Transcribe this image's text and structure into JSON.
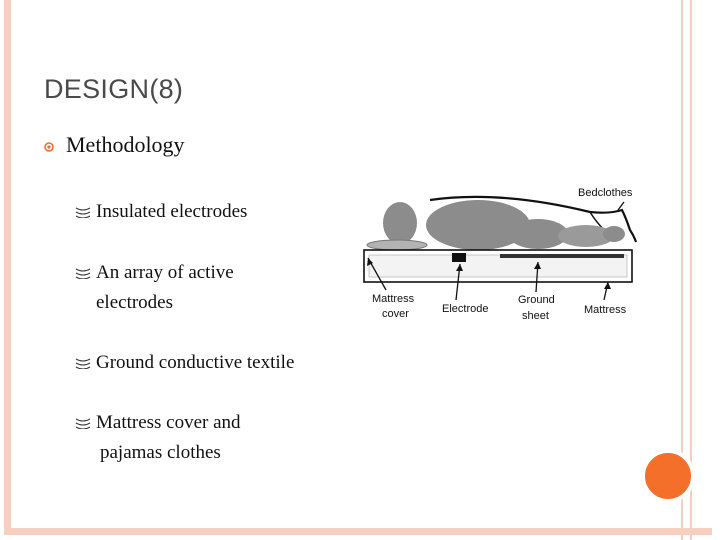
{
  "title": "DESIGN(8)",
  "level1": {
    "text": "Methodology"
  },
  "items": [
    {
      "line1": "Insulated electrodes"
    },
    {
      "line1": "An array of active",
      "line2": "electrodes"
    },
    {
      "line1": "Ground conductive textile"
    },
    {
      "line1": "Mattress cover and",
      "line2": "pajamas clothes"
    }
  ],
  "diagram": {
    "bedclothes": "Bedclothes",
    "mattress_cover_1": "Mattress",
    "mattress_cover_2": "cover",
    "electrode": "Electrode",
    "ground_1": "Ground",
    "ground_2": "sheet",
    "mattress": "Mattress"
  },
  "colors": {
    "accent": "#f36f2a",
    "frame": "#f6cfc0",
    "title": "#4a4a4a"
  }
}
